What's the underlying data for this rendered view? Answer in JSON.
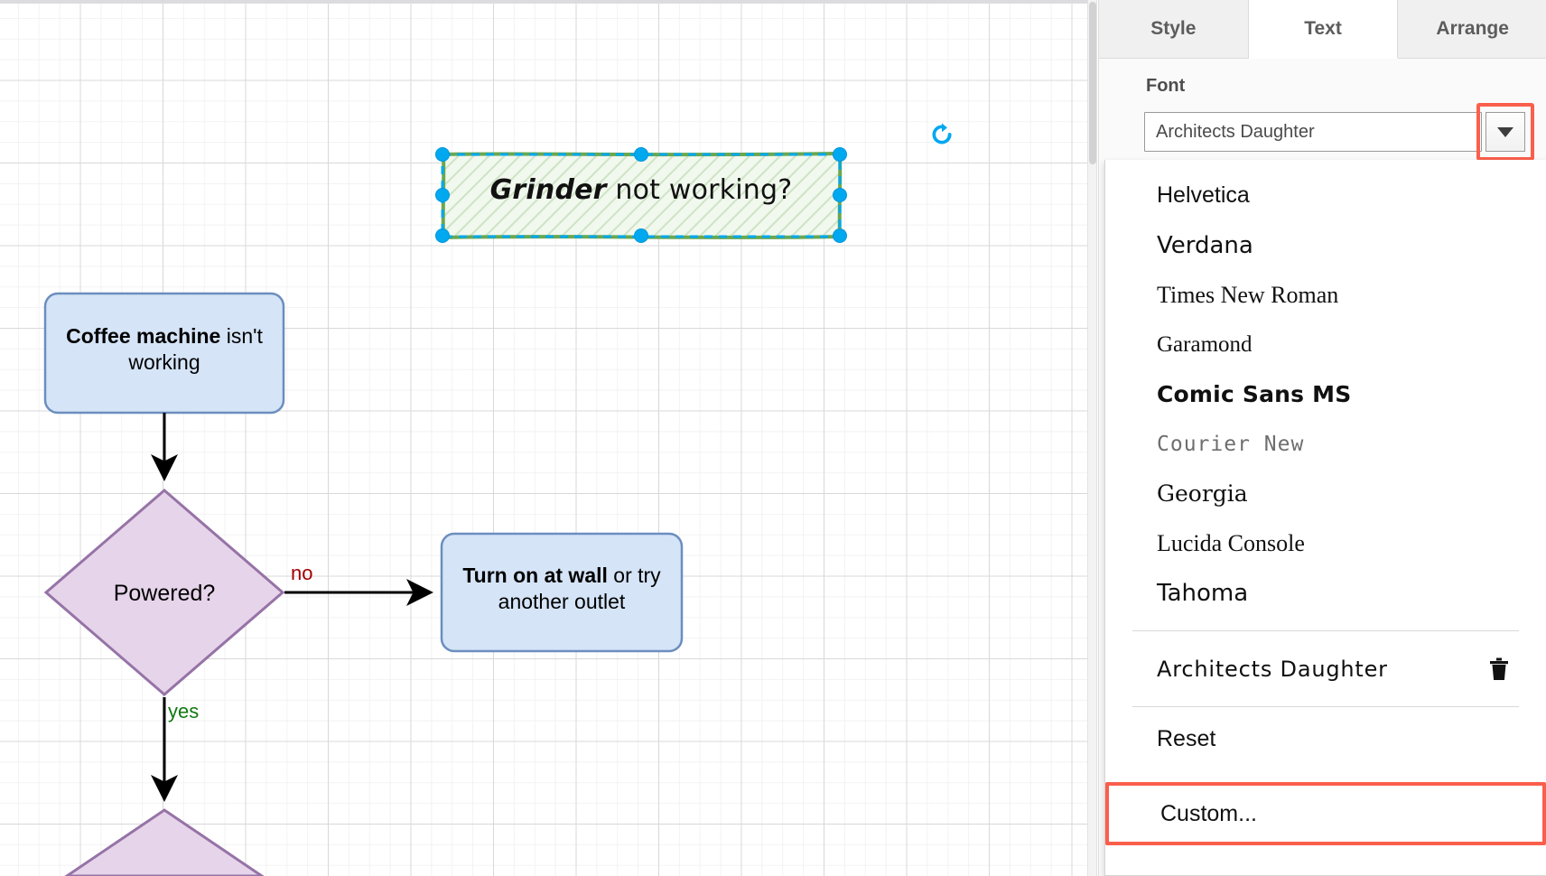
{
  "canvas": {
    "name": "diagram-canvas",
    "grid": {
      "minor_color": "#f2f2f2",
      "major_color": "#d8d8d8",
      "minor_size": 23,
      "major_size": 92
    },
    "nodes": [
      {
        "id": "grinder",
        "type": "sketch-rectangle",
        "selected": true,
        "text_plain": "Grinder not working?",
        "text_bold_italic": "Grinder",
        "text_rest": " not working?",
        "fill": "#e8f3e4",
        "stroke": "#6aa84f",
        "style": "hand-drawn hatched"
      },
      {
        "id": "coffee-machine",
        "type": "rounded-rectangle",
        "text_bold": "Coffee machine",
        "text_rest": " isn't working",
        "fill": "#d5e4f7",
        "stroke": "#6c8ebf"
      },
      {
        "id": "powered",
        "type": "diamond",
        "text": "Powered?",
        "fill": "#e6d4ea",
        "stroke": "#9673a6"
      },
      {
        "id": "turn-on-at-wall",
        "type": "rounded-rectangle",
        "text_bold": "Turn on at wall",
        "text_rest": " or try another outlet",
        "fill": "#d5e4f7",
        "stroke": "#6c8ebf"
      },
      {
        "id": "second-decision",
        "type": "diamond",
        "text": "",
        "fill": "#e6d4ea",
        "stroke": "#9673a6"
      }
    ],
    "edge_labels": [
      {
        "id": "no",
        "text": "no",
        "color": "#a00000"
      },
      {
        "id": "yes",
        "text": "yes",
        "color": "#127a12"
      }
    ],
    "selection": {
      "handle_color": "#00a8f0",
      "rotate_icon": "rotate-icon"
    }
  },
  "panel": {
    "name": "format-panel",
    "tabs": [
      {
        "id": "style",
        "label": "Style",
        "active": false
      },
      {
        "id": "text",
        "label": "Text",
        "active": true
      },
      {
        "id": "arrange",
        "label": "Arrange",
        "active": false
      }
    ],
    "font_section": {
      "label": "Font",
      "input_value": "Architects Daughter",
      "dropdown_arrow_icon": "chevron-down-icon",
      "highlight_color": "#fa5f4c"
    },
    "font_dropdown": {
      "items": [
        {
          "id": "helvetica",
          "label": "Helvetica",
          "style": "helvetica"
        },
        {
          "id": "verdana",
          "label": "Verdana",
          "style": "verdana"
        },
        {
          "id": "times",
          "label": "Times New Roman",
          "style": "times"
        },
        {
          "id": "garamond",
          "label": "Garamond",
          "style": "garamond"
        },
        {
          "id": "comic",
          "label": "Comic Sans MS",
          "style": "comic"
        },
        {
          "id": "courier",
          "label": "Courier New",
          "style": "courier"
        },
        {
          "id": "georgia",
          "label": "Georgia",
          "style": "georgia"
        },
        {
          "id": "lucida",
          "label": "Lucida Console",
          "style": "lucida"
        },
        {
          "id": "tahoma",
          "label": "Tahoma",
          "style": "tahoma"
        }
      ],
      "custom_font": {
        "id": "architects-daughter",
        "label": "Architects Daughter",
        "delete_icon": "trash-icon"
      },
      "reset": {
        "id": "reset",
        "label": "Reset"
      },
      "custom": {
        "id": "custom",
        "label": "Custom...",
        "highlighted": true
      }
    }
  }
}
